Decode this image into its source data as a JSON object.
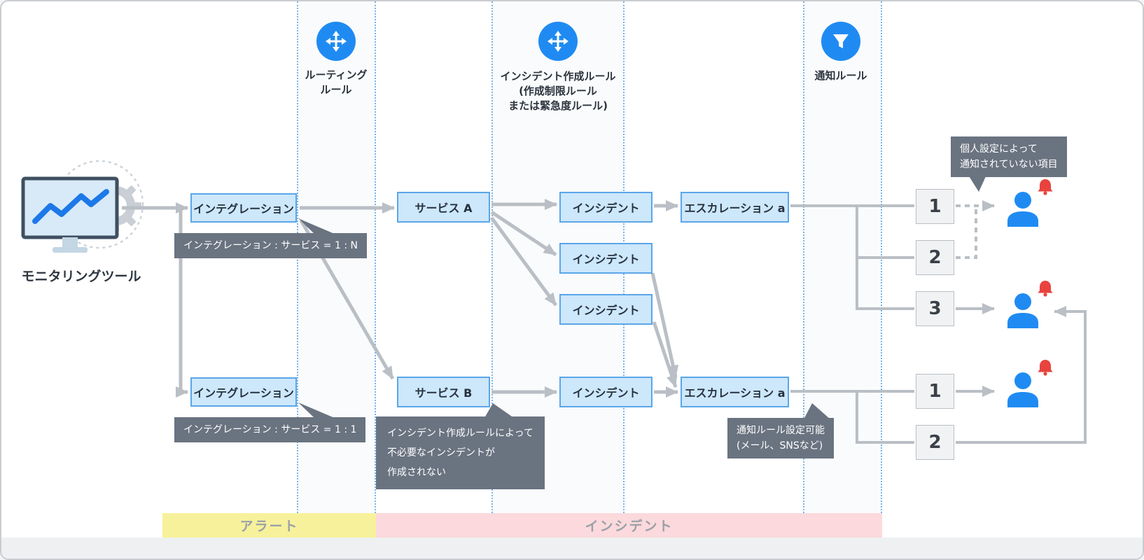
{
  "palette": {
    "accent_blue": "#1f8bf2",
    "node_fill": "#cde7fb",
    "node_border": "#5ba6e8",
    "tooltip_bg": "#6a7380",
    "arrow_gray": "#b9bfc5",
    "alert_band": "#f7f19c",
    "incident_band": "#fbd9dc",
    "bell_red": "#e8433e"
  },
  "rules": {
    "routing": {
      "icon": "move-icon",
      "lines": [
        "ルーティング",
        "ルール"
      ]
    },
    "incident_creation": {
      "icon": "move-icon",
      "lines": [
        "インシデント作成ルール",
        "(作成制限ルール",
        "または緊急度ルール)"
      ]
    },
    "notification": {
      "icon": "funnel-icon",
      "lines": [
        "通知ルール"
      ]
    }
  },
  "monitoring_tool": {
    "label": "モニタリングツール"
  },
  "nodes": {
    "integration": "インテグレーション",
    "service_a": "サービス A",
    "service_b": "サービス B",
    "incident": "インシデント",
    "escalation_a": "エスカレーション a"
  },
  "tooltips": {
    "ratio_1n": "インテグレーション : サービス = 1 : N",
    "ratio_11": "インテグレーション : サービス = 1 : 1",
    "service_b_note": {
      "line1": "インシデント作成ルールによって",
      "line2": "不必要なインシデントが",
      "line3": "作成されない"
    },
    "notify_note": {
      "line1": "通知ルール設定可能",
      "line2": "(メール、SNSなど)"
    },
    "personal_note": {
      "line1": "個人設定によって",
      "line2": "通知されていない項目"
    }
  },
  "levels": {
    "top": [
      "1",
      "2",
      "3"
    ],
    "bottom": [
      "1",
      "2"
    ]
  },
  "bands": {
    "alert": "アラート",
    "incident": "インシデント"
  }
}
